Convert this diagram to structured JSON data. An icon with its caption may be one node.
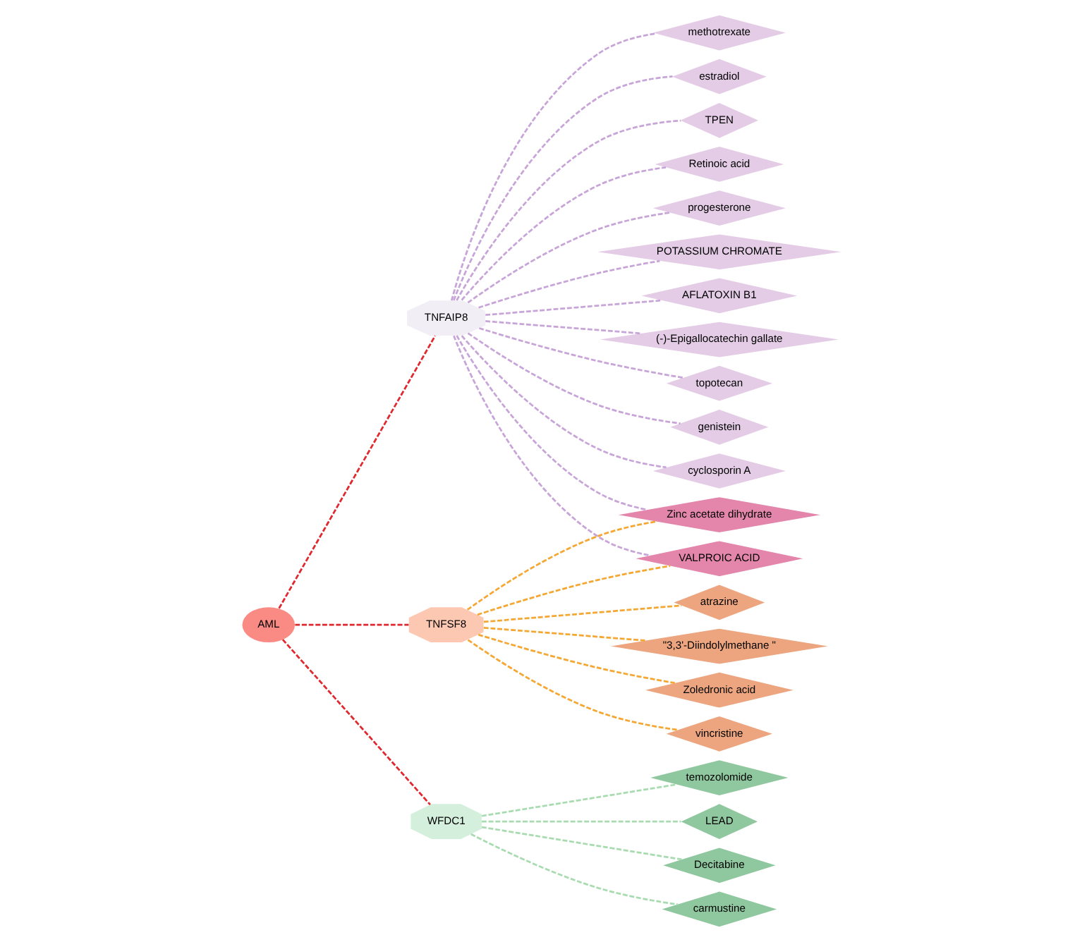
{
  "diagram": {
    "nodes": [
      {
        "text": [
          "AML"
        ]
      },
      {
        "text": [
          "TNFAIP8"
        ]
      },
      {
        "text": [
          "TNFSF8"
        ]
      },
      {
        "text": [
          "WFDC1"
        ]
      },
      {
        "text": [
          "topotecan"
        ]
      },
      {
        "text": [
          "genistein"
        ]
      },
      {
        "text": [
          "cyclosporin A"
        ]
      },
      {
        "text": [
          "methotrexate"
        ]
      },
      {
        "text": [
          "estradiol"
        ]
      },
      {
        "text": [
          "TPEN"
        ]
      },
      {
        "text": [
          "Retinoic acid"
        ]
      },
      {
        "text": [
          "progesterone"
        ]
      },
      {
        "text": [
          "POTASSIUM CHROMATE"
        ]
      },
      {
        "text": [
          "AFLATOXIN B1"
        ]
      },
      {
        "text": [
          "(-)-Epigallocatechin gallate"
        ]
      },
      {
        "text": [
          "VALPROIC ACID"
        ]
      },
      {
        "text": [
          "Zinc acetate dihydrate"
        ]
      },
      {
        "text": [
          "vincristine"
        ]
      },
      {
        "text": [
          "atrazine"
        ]
      },
      {
        "text": [
          "\"3,3'-Diindolylmethane \""
        ]
      },
      {
        "text": [
          "Zoledronic acid"
        ]
      },
      {
        "text": [
          "carmustine"
        ]
      },
      {
        "text": [
          "temozolomide"
        ]
      },
      {
        "text": [
          "LEAD"
        ]
      },
      {
        "text": [
          "Decitabine"
        ]
      }
    ],
    "edges": [
      {
        "from": 0,
        "to": 1,
        "arrow": "none",
        "style": "dashed",
        "color": "#e0282e"
      },
      {
        "from": 0,
        "to": 2,
        "arrow": "none",
        "style": "dashed",
        "color": "#e0282e"
      },
      {
        "from": 0,
        "to": 3,
        "arrow": "none",
        "style": "dashed",
        "color": "#e0282e"
      },
      {
        "from": 1,
        "to": 4,
        "arrow": "none",
        "style": "dashed"
      },
      {
        "from": 1,
        "to": 5,
        "arrow": "none",
        "style": "dashed"
      },
      {
        "from": 1,
        "to": 6,
        "arrow": "none",
        "style": "dashed"
      },
      {
        "from": 1,
        "to": 7,
        "arrow": "none",
        "style": "dashed"
      },
      {
        "from": 1,
        "to": 8,
        "arrow": "none",
        "style": "dashed"
      },
      {
        "from": 1,
        "to": 9,
        "arrow": "none",
        "style": "dashed"
      },
      {
        "from": 1,
        "to": 10,
        "arrow": "none",
        "style": "dashed"
      },
      {
        "from": 1,
        "to": 11,
        "arrow": "none",
        "style": "dashed"
      },
      {
        "from": 1,
        "to": 12,
        "arrow": "none",
        "style": "dashed"
      },
      {
        "from": 1,
        "to": 13,
        "arrow": "none",
        "style": "dashed"
      },
      {
        "from": 1,
        "to": 14,
        "arrow": "none",
        "style": "dashed"
      },
      {
        "from": 1,
        "to": 15,
        "arrow": "none",
        "style": "dashed"
      },
      {
        "from": 1,
        "to": 16,
        "arrow": "none",
        "style": "dashed"
      },
      {
        "from": 2,
        "to": 15,
        "arrow": "none",
        "style": "dashed",
        "color": "#f5a733"
      },
      {
        "from": 2,
        "to": 16,
        "arrow": "none",
        "style": "dashed",
        "color": "#f5a733"
      },
      {
        "from": 2,
        "to": 17,
        "arrow": "none",
        "style": "dashed",
        "color": "#f5a733"
      },
      {
        "from": 2,
        "to": 18,
        "arrow": "none",
        "style": "dashed",
        "color": "#f5a733"
      },
      {
        "from": 2,
        "to": 19,
        "arrow": "none",
        "style": "dashed",
        "color": "#f5a733"
      },
      {
        "from": 2,
        "to": 20,
        "arrow": "none",
        "style": "dashed",
        "color": "#f5a733"
      },
      {
        "from": 3,
        "to": 21,
        "arrow": "none",
        "style": "dashed",
        "color": "#a8dcb0"
      },
      {
        "from": 3,
        "to": 22,
        "arrow": "none",
        "style": "dashed",
        "color": "#a8dcb0"
      },
      {
        "from": 3,
        "to": 23,
        "arrow": "none",
        "style": "dashed",
        "color": "#a8dcb0"
      },
      {
        "from": 3,
        "to": 24,
        "arrow": "none",
        "style": "dashed",
        "color": "#a8dcb0"
      }
    ]
  }
}
